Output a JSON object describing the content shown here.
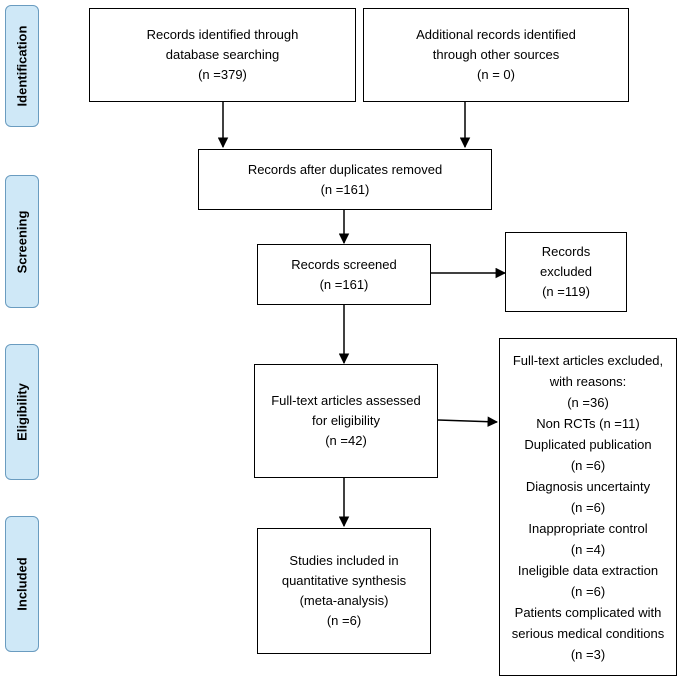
{
  "phases": {
    "identification": "Identification",
    "screening": "Screening",
    "eligibility": "Eligibility",
    "included": "Included"
  },
  "boxes": {
    "database": [
      "Records identified through",
      "database searching",
      "(n =379)"
    ],
    "other_sources": [
      "Additional records identified",
      "through other sources",
      "(n = 0)"
    ],
    "after_duplicates": [
      "Records after duplicates removed",
      "(n =161)"
    ],
    "screened": [
      "Records screened",
      "(n =161)"
    ],
    "excluded": [
      "Records",
      "excluded",
      "(n =119)"
    ],
    "fulltext_assessed": [
      "Full-text articles assessed",
      "for eligibility",
      "(n =42)"
    ],
    "fulltext_excluded": [
      "Full-text articles excluded,",
      "with reasons:",
      "(n =36)",
      "Non RCTs (n =11)",
      "Duplicated publication",
      "(n =6)",
      "Diagnosis uncertainty",
      "(n =6)",
      "Inappropriate control",
      "(n =4)",
      "Ineligible data extraction",
      "(n =6)",
      "Patients complicated with",
      "serious medical conditions",
      "(n =3)"
    ],
    "included": [
      "Studies included in",
      "quantitative synthesis",
      "(meta-analysis)",
      "(n =6)"
    ]
  }
}
